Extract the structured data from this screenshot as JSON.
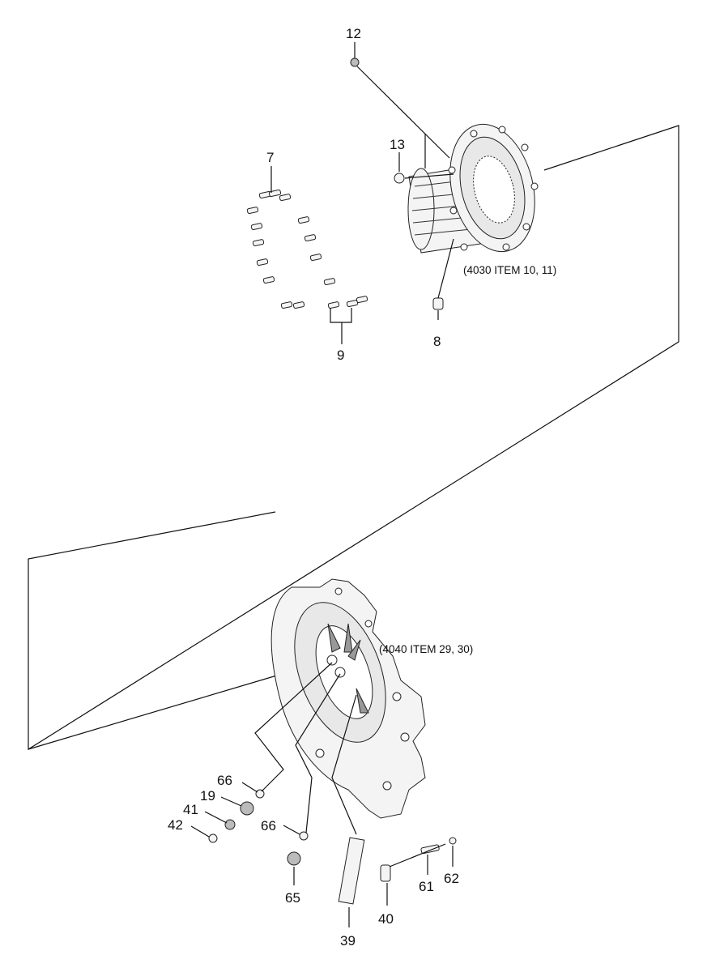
{
  "callouts": {
    "c12": "12",
    "c13": "13",
    "c7": "7",
    "c9": "9",
    "c8": "8",
    "c66a": "66",
    "c19": "19",
    "c41": "41",
    "c42": "42",
    "c66b": "66",
    "c65": "65",
    "c39": "39",
    "c40": "40",
    "c61": "61",
    "c62": "62"
  },
  "references": {
    "upper": "(4030 ITEM 10, 11)",
    "lower": "(4040 ITEM 29, 30)"
  }
}
